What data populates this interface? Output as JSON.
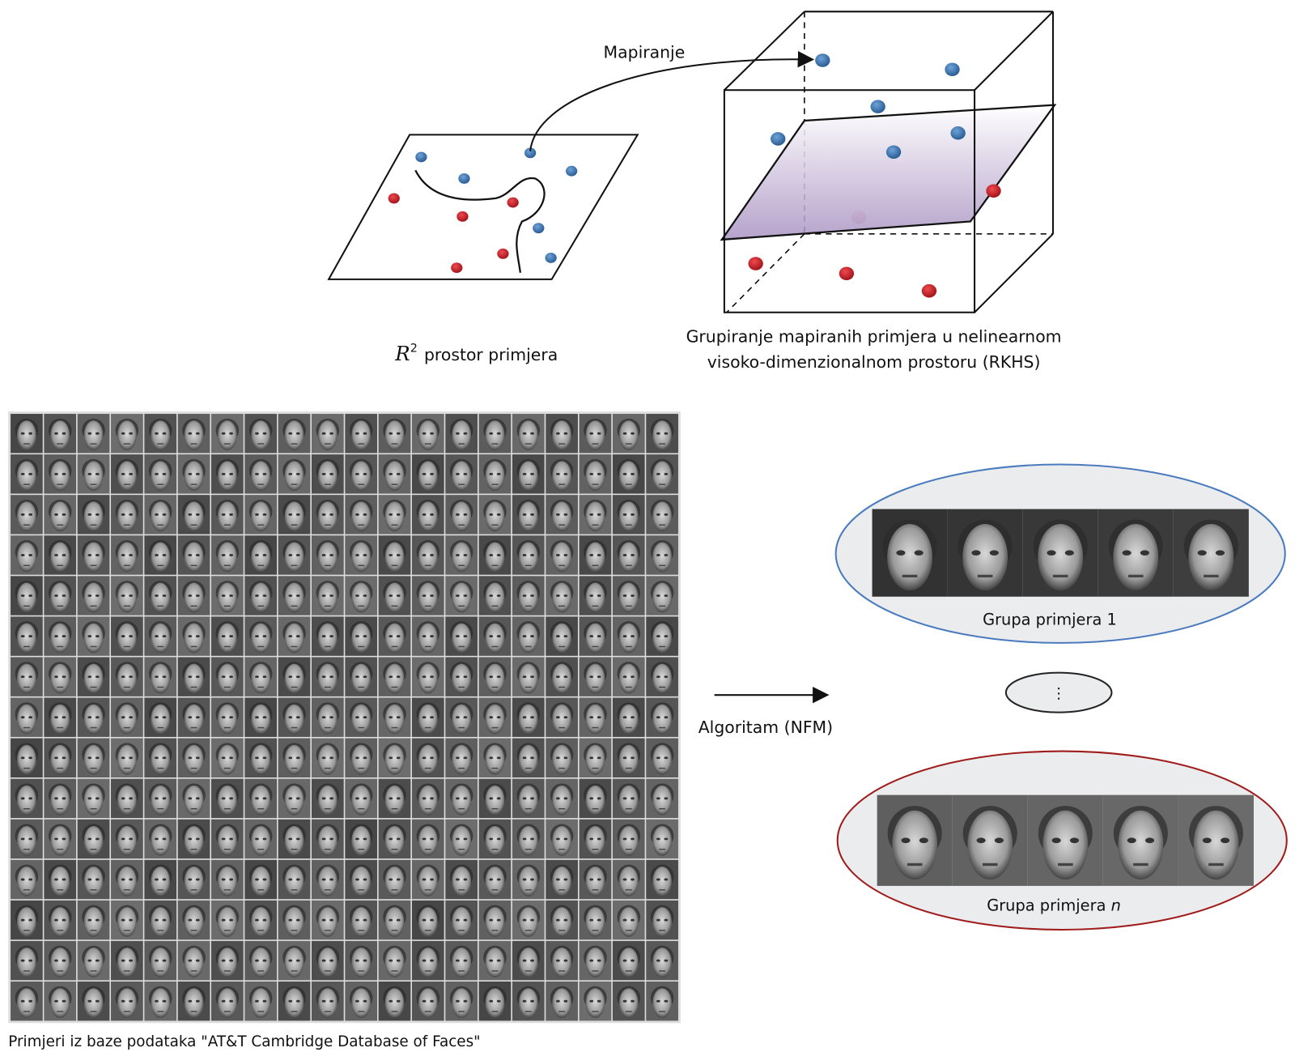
{
  "top_diagram": {
    "mapping_label": "Mapiranje",
    "input_space_symbol": "R",
    "input_space_superscript": "2",
    "input_space_label": "prostor primjera",
    "feature_space_label_line1": "Grupiranje mapiranih primjera u nelinearnom",
    "feature_space_label_line2": "visoko-dimenzionalnom prostoru (RKHS)",
    "colors": {
      "blue_point": "#3f78b5",
      "red_point": "#cc1f24",
      "plane": "#b9a6cc"
    }
  },
  "dataset": {
    "caption": "Primjeri iz baze podataka \"AT&T Cambridge Database of Faces\"",
    "grid_columns": 20,
    "grid_rows": 15
  },
  "algorithm": {
    "label": "Algoritam (NFM)"
  },
  "groups": [
    {
      "label": "Grupa primjera ",
      "suffix": "1",
      "border_color": "#4a7bbf"
    },
    {
      "label": "⋮"
    },
    {
      "label": "Grupa primjera ",
      "suffix": "n",
      "border_color": "#a01c1c"
    }
  ]
}
